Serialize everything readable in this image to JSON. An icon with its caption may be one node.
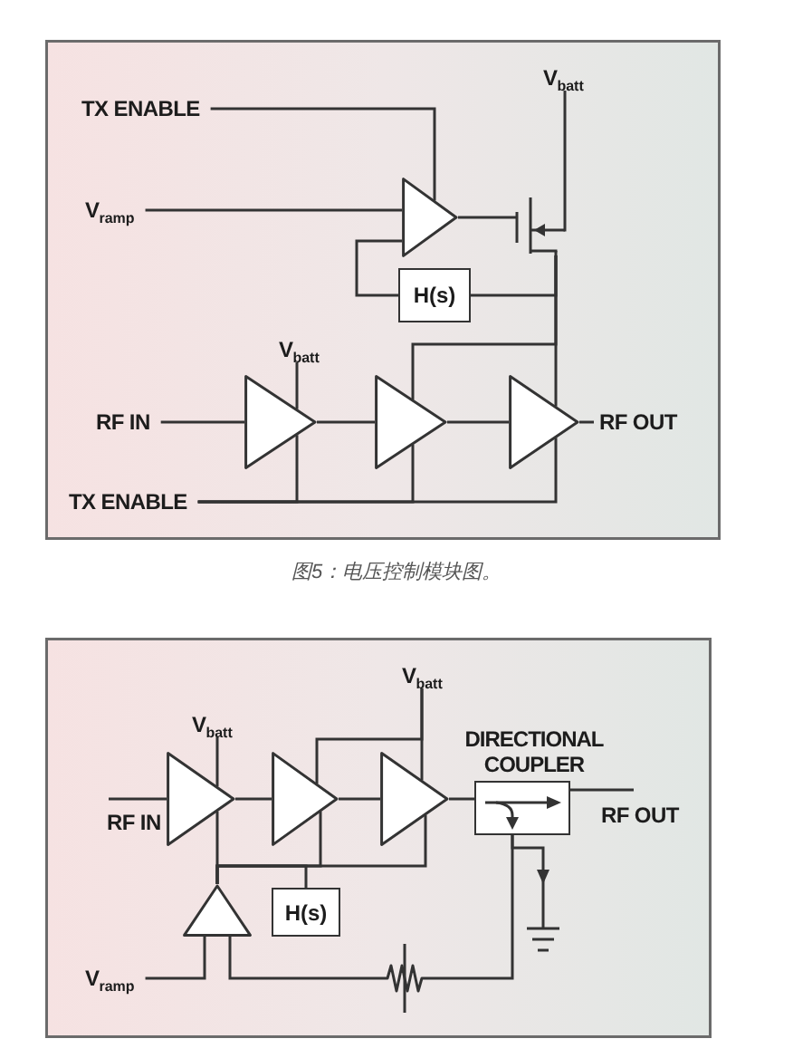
{
  "diagram": {
    "caption": "图5：电压控制模块图。",
    "nodes": [
      {
        "text": [],
        "shape": "box"
      },
      {
        "text": [
          "TX ENABLE"
        ],
        "in": 0
      },
      {
        "text": [
          "V$_{batt}$"
        ],
        "in": 0
      },
      {
        "text": [
          "V$_{ramp}$"
        ],
        "in": 0
      },
      {
        "text": [],
        "shape": "triangle",
        "in": 0
      },
      {
        "text": [],
        "shape": "transistor",
        "in": 0
      },
      {
        "text": [
          "H(s)"
        ],
        "in": 0
      },
      {
        "text": [
          "V$_{batt}$"
        ],
        "in": 0
      },
      {
        "text": [
          "RF IN"
        ],
        "in": 0
      },
      {
        "text": [],
        "shape": "triangle",
        "in": 0
      },
      {
        "text": [],
        "shape": "triangle",
        "in": 0
      },
      {
        "text": [],
        "shape": "triangle",
        "in": 0
      },
      {
        "text": [
          "RF OUT"
        ],
        "in": 0
      },
      {
        "text": [
          "TX ENABLE"
        ],
        "in": 0
      },
      {
        "text": [],
        "shape": "box"
      },
      {
        "text": [
          "V$_{batt}$"
        ],
        "in": 14
      },
      {
        "text": [
          "V$_{batt}$"
        ],
        "in": 14
      },
      {
        "text": [
          "RF IN"
        ],
        "in": 14
      },
      {
        "text": [],
        "shape": "triangle",
        "in": 14
      },
      {
        "text": [],
        "shape": "triangle",
        "in": 14
      },
      {
        "text": [],
        "shape": "triangle",
        "in": 14
      },
      {
        "text": [],
        "shape": "box",
        "beside": [
          "DIRECTIONAL COUPLER"
        ],
        "in": 14
      },
      {
        "text": [
          "RF OUT"
        ],
        "in": 14
      },
      {
        "text": [
          "H(s)"
        ],
        "in": 14
      },
      {
        "text": [],
        "shape": "triangle",
        "in": 14
      },
      {
        "text": [],
        "shape": "ground",
        "in": 14
      },
      {
        "text": [
          "V$_{ramp}$"
        ],
        "in": 14
      },
      {
        "text": [],
        "shape": "resistor",
        "in": 14
      }
    ],
    "edges": [
      {
        "from": 1,
        "to": 4,
        "arrow": "none"
      },
      {
        "from": 2,
        "to": 5,
        "arrow": "none"
      },
      {
        "from": 3,
        "to": 4,
        "arrow": "none"
      },
      {
        "from": 4,
        "to": 5,
        "arrow": "none"
      },
      {
        "from": 5,
        "to": 6,
        "arrow": "none"
      },
      {
        "from": 6,
        "to": 4,
        "arrow": "none"
      },
      {
        "from": 5,
        "to": 10,
        "arrow": "none"
      },
      {
        "from": 5,
        "to": 11,
        "arrow": "none"
      },
      {
        "from": 7,
        "to": 9,
        "arrow": "none"
      },
      {
        "from": 8,
        "to": 9,
        "arrow": "none"
      },
      {
        "from": 9,
        "to": 10,
        "arrow": "none"
      },
      {
        "from": 10,
        "to": 11,
        "arrow": "none"
      },
      {
        "from": 11,
        "to": 12,
        "arrow": "none"
      },
      {
        "from": 13,
        "to": 9,
        "arrow": "none"
      },
      {
        "from": 13,
        "to": 10,
        "arrow": "none"
      },
      {
        "from": 13,
        "to": 11,
        "arrow": "none"
      },
      {
        "from": 16,
        "to": 18,
        "arrow": "none"
      },
      {
        "from": 15,
        "to": 20,
        "arrow": "none"
      },
      {
        "from": 15,
        "to": 19,
        "arrow": "none"
      },
      {
        "from": 17,
        "to": 18,
        "arrow": "none"
      },
      {
        "from": 18,
        "to": 19,
        "arrow": "none"
      },
      {
        "from": 19,
        "to": 20,
        "arrow": "none"
      },
      {
        "from": 20,
        "to": 21,
        "arrow": "none"
      },
      {
        "from": 21,
        "to": 22,
        "arrow": "none"
      },
      {
        "from": 21,
        "to": 25,
        "arrow": "to"
      },
      {
        "from": 21,
        "to": 27,
        "arrow": "none"
      },
      {
        "from": 27,
        "to": 24,
        "arrow": "none"
      },
      {
        "from": 26,
        "to": 24,
        "arrow": "none"
      },
      {
        "from": 24,
        "to": 18,
        "arrow": "none"
      },
      {
        "from": 24,
        "to": 19,
        "arrow": "none"
      },
      {
        "from": 24,
        "to": 20,
        "arrow": "none"
      },
      {
        "from": 24,
        "to": 23,
        "arrow": "none"
      }
    ]
  }
}
